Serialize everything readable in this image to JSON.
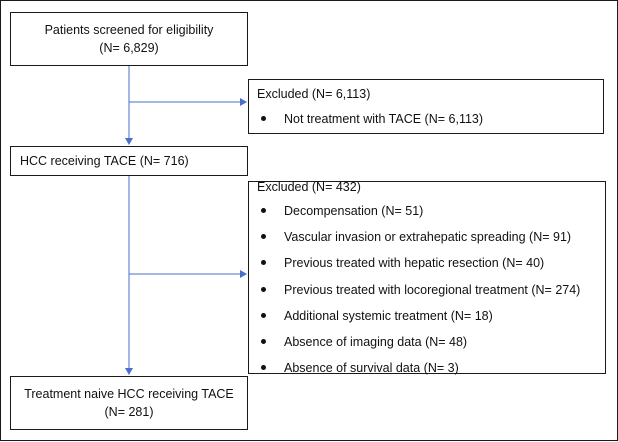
{
  "flowchart": {
    "screened": {
      "line1": "Patients screened for eligibility",
      "line2": "(N= 6,829)"
    },
    "excluded_first": {
      "title": "Excluded (N= 6,113)",
      "items": [
        "Not treatment with TACE (N= 6,113)"
      ]
    },
    "hcc_tace": {
      "label": "HCC receiving TACE (N= 716)"
    },
    "excluded_second": {
      "title": "Excluded (N= 432)",
      "items": [
        "Decompensation (N= 51)",
        "Vascular invasion or extrahepatic spreading (N= 91)",
        "Previous treated with hepatic resection (N= 40)",
        "Previous treated with locoregional treatment (N= 274)",
        "Additional systemic treatment (N= 18)",
        "Absence of imaging data (N= 48)",
        "Absence of survival data (N= 3)"
      ]
    },
    "final": {
      "line1": "Treatment naive HCC receiving TACE",
      "line2": "(N= 281)"
    },
    "colors": {
      "border": "#1a1a1a",
      "arrow": "#4a6fc9",
      "text": "#111111"
    }
  }
}
